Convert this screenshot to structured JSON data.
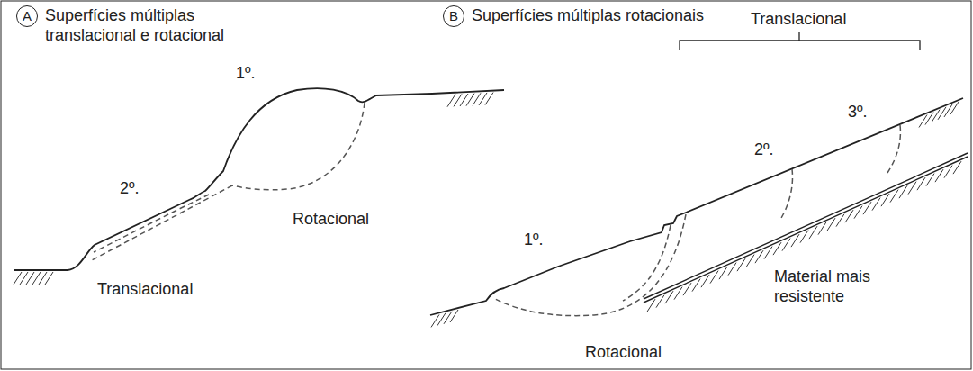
{
  "diagram": {
    "nodes": [
      {
        "text": [
          "A"
        ]
      },
      {
        "text": [
          "B"
        ]
      }
    ],
    "labels": [
      "Superfícies múltiplas translacional e rotacional",
      "1º.",
      "2º.",
      "Rotacional",
      "Translacional",
      "Superfícies múltiplas rotacionais",
      "Translacional",
      "3º.",
      "2º.",
      "1º.",
      "Material mais resistente",
      "Rotacional"
    ]
  }
}
